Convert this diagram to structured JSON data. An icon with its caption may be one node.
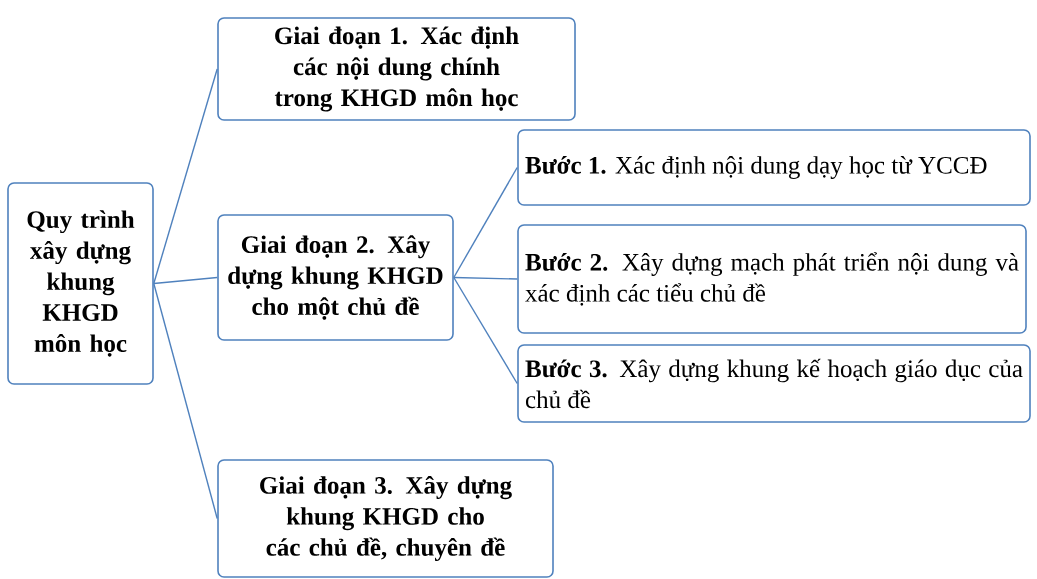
{
  "diagram": {
    "nodes": [
      {
        "text": [
          "Quy trình xây dựng khung KHGD môn học"
        ]
      },
      {
        "text": [
          "Giai đoạn 1. Xác định các nội dung chính trong KHGD môn học"
        ]
      },
      {
        "text": [
          "Giai đoạn 2. Xây dựng khung KHGD cho một chủ đề"
        ]
      },
      {
        "text": [
          "**Bước 1.** Xác định nội dung dạy học từ YCCĐ"
        ]
      },
      {
        "text": [
          "**Bước 2.** Xây dựng mạch phát triển nội dung và xác định các tiểu chủ đề"
        ]
      },
      {
        "text": [
          "**Bước 3.** Xây dựng khung kế hoạch giáo dục của chủ đề"
        ]
      },
      {
        "text": [
          "Giai đoạn 3. Xây dựng khung KHGD cho các chủ đề, chuyên đề"
        ]
      }
    ],
    "edges": [
      {
        "from": 0,
        "to": 1,
        "arrow": "none"
      },
      {
        "from": 0,
        "to": 2,
        "arrow": "none"
      },
      {
        "from": 0,
        "to": 6,
        "arrow": "none"
      },
      {
        "from": 2,
        "to": 3,
        "arrow": "none"
      },
      {
        "from": 2,
        "to": 4,
        "arrow": "none"
      },
      {
        "from": 2,
        "to": 5,
        "arrow": "none"
      }
    ]
  }
}
